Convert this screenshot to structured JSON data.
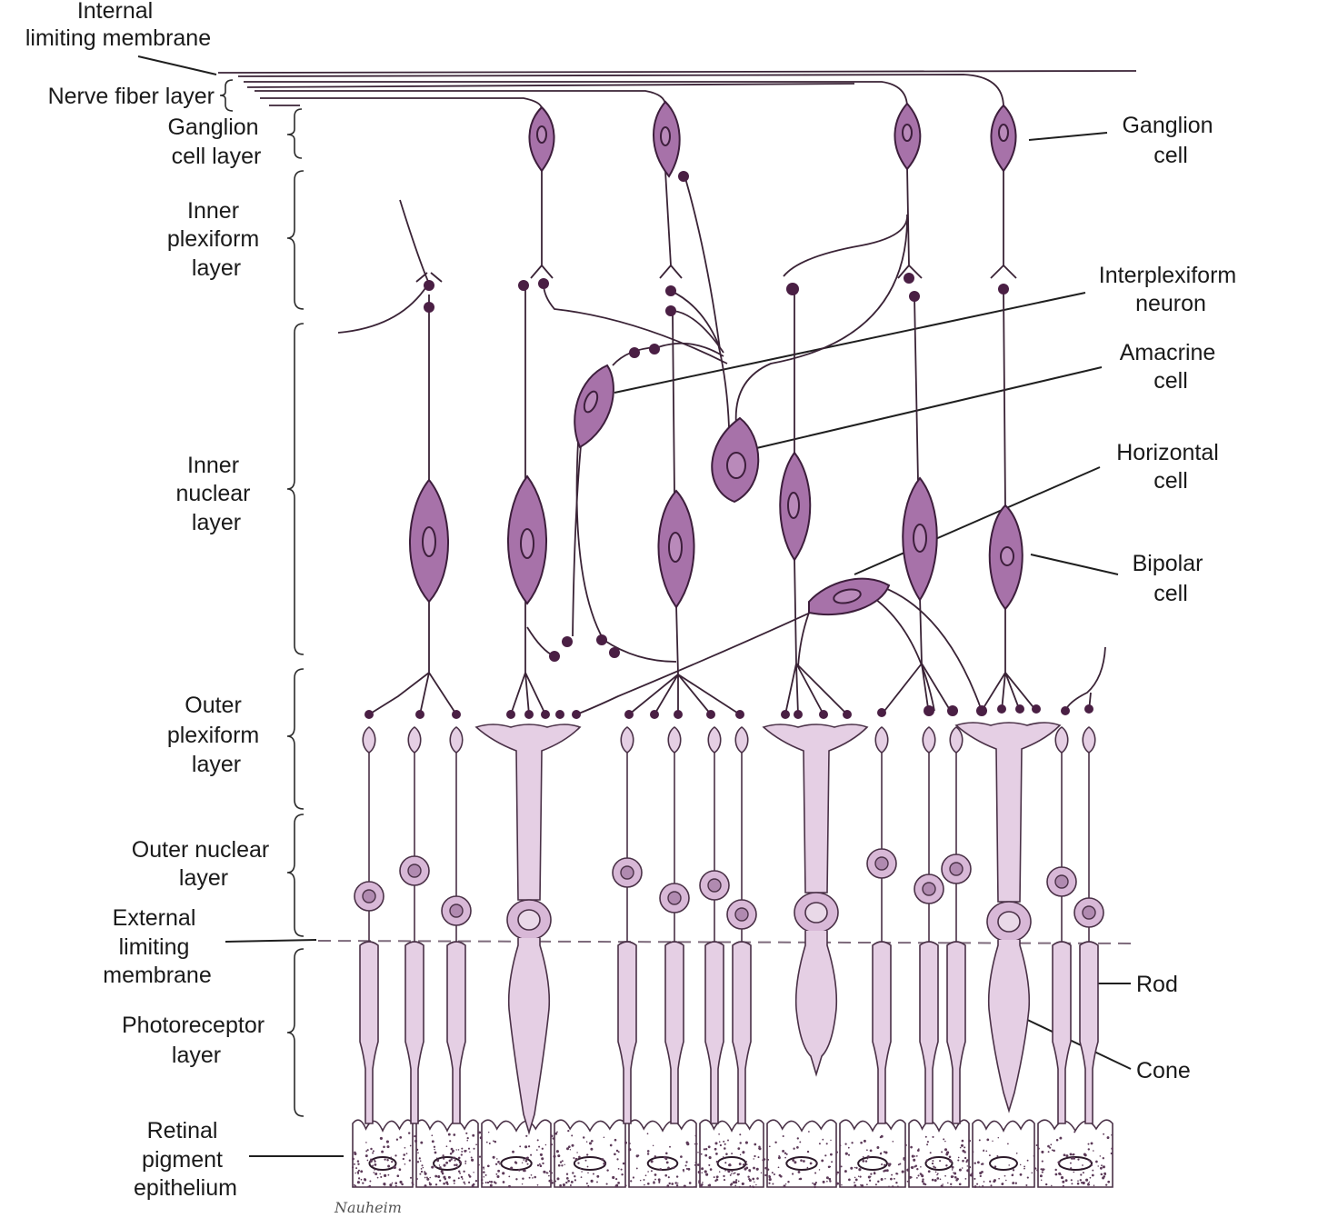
{
  "diagram": {
    "left_labels": [
      {
        "id": "internal-limiting-membrane",
        "lines": [
          "Internal",
          "limiting membrane"
        ]
      },
      {
        "id": "nerve-fiber-layer",
        "lines": [
          "Nerve fiber layer"
        ]
      },
      {
        "id": "ganglion-cell-layer",
        "lines": [
          "Ganglion",
          "cell layer"
        ]
      },
      {
        "id": "inner-plexiform-layer",
        "lines": [
          "Inner",
          "plexiform",
          "layer"
        ]
      },
      {
        "id": "inner-nuclear-layer",
        "lines": [
          "Inner",
          "nuclear",
          "layer"
        ]
      },
      {
        "id": "outer-plexiform-layer",
        "lines": [
          "Outer",
          "plexiform",
          "layer"
        ]
      },
      {
        "id": "outer-nuclear-layer",
        "lines": [
          "Outer nuclear",
          "layer"
        ]
      },
      {
        "id": "external-limiting-membrane",
        "lines": [
          "External",
          "limiting",
          "membrane"
        ]
      },
      {
        "id": "photoreceptor-layer",
        "lines": [
          "Photoreceptor",
          "layer"
        ]
      },
      {
        "id": "retinal-pigment-epithelium",
        "lines": [
          "Retinal",
          "pigment",
          "epithelium"
        ]
      }
    ],
    "right_labels": [
      {
        "id": "ganglion-cell",
        "lines": [
          "Ganglion",
          "cell"
        ]
      },
      {
        "id": "interplexiform-neuron",
        "lines": [
          "Interplexiform",
          "neuron"
        ]
      },
      {
        "id": "amacrine-cell",
        "lines": [
          "Amacrine",
          "cell"
        ]
      },
      {
        "id": "horizontal-cell",
        "lines": [
          "Horizontal",
          "cell"
        ]
      },
      {
        "id": "bipolar-cell",
        "lines": [
          "Bipolar",
          "cell"
        ]
      },
      {
        "id": "rod",
        "lines": [
          "Rod"
        ]
      },
      {
        "id": "cone",
        "lines": [
          "Cone"
        ]
      }
    ],
    "signature": "Nauheim",
    "colors": {
      "neuron": "#a772a9",
      "photoreceptor": "#e5cfe4",
      "outline": "#3d1e3c"
    }
  }
}
